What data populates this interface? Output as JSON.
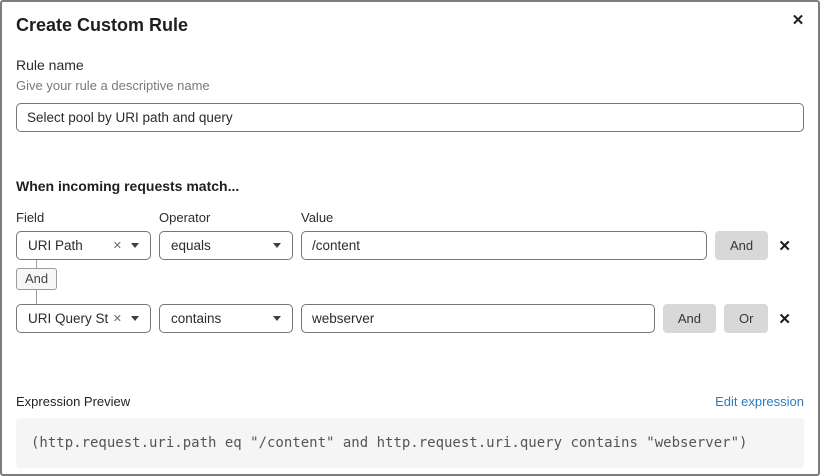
{
  "dialog": {
    "title": "Create Custom Rule"
  },
  "icons": {
    "close": "✕",
    "clear": "✕"
  },
  "rule_name": {
    "label": "Rule name",
    "helper": "Give your rule a descriptive name",
    "value": "Select pool by URI path and query"
  },
  "matcher": {
    "heading": "When incoming requests match...",
    "columns": {
      "field": "Field",
      "operator": "Operator",
      "value": "Value"
    },
    "connector": "And",
    "rows": [
      {
        "field": "URI Path",
        "operator": "equals",
        "value": "/content",
        "and_label": "And"
      },
      {
        "field": "URI Query St...",
        "operator": "contains",
        "value": "webserver",
        "and_label": "And",
        "or_label": "Or"
      }
    ]
  },
  "expression": {
    "label": "Expression Preview",
    "edit_link": "Edit expression",
    "code": "(http.request.uri.path eq \"/content\" and http.request.uri.query contains \"webserver\")"
  },
  "colors": {
    "link_blue": "#2c7bbf",
    "button_gray": "#d8d8d8",
    "code_bg": "#f5f5f5",
    "input_border": "#767676"
  }
}
